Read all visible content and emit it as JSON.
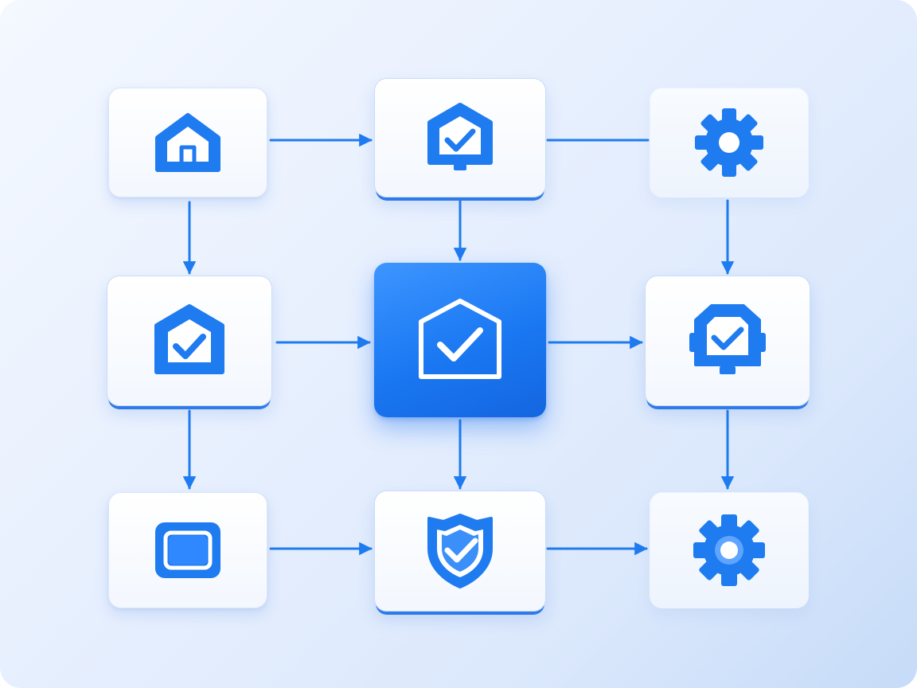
{
  "colors": {
    "accent": "#1e7bf0",
    "accent_dark": "#1466e0",
    "node_fill": "#f7faff",
    "background": "#e3edfc"
  },
  "nodes": [
    {
      "id": "home",
      "icon": "home-icon"
    },
    {
      "id": "shield-top",
      "icon": "shield-check-icon"
    },
    {
      "id": "gear-top",
      "icon": "gear-icon"
    },
    {
      "id": "shield-left",
      "icon": "shield-check-icon"
    },
    {
      "id": "center",
      "icon": "shield-check-icon",
      "highlighted": true
    },
    {
      "id": "device-right",
      "icon": "device-check-icon"
    },
    {
      "id": "screen",
      "icon": "screen-icon"
    },
    {
      "id": "shield-bottom",
      "icon": "badge-check-icon"
    },
    {
      "id": "gear-bottom",
      "icon": "gear-icon"
    }
  ],
  "edges": [
    {
      "from": "home",
      "to": "shield-top",
      "arrow": true
    },
    {
      "from": "shield-top",
      "to": "gear-top",
      "arrow": false
    },
    {
      "from": "home",
      "to": "shield-left",
      "arrow": true
    },
    {
      "from": "shield-top",
      "to": "center",
      "arrow": true
    },
    {
      "from": "gear-top",
      "to": "device-right",
      "arrow": true
    },
    {
      "from": "shield-left",
      "to": "center",
      "arrow": true
    },
    {
      "from": "center",
      "to": "device-right",
      "arrow": true
    },
    {
      "from": "shield-left",
      "to": "screen",
      "arrow": true
    },
    {
      "from": "center",
      "to": "shield-bottom",
      "arrow": true
    },
    {
      "from": "device-right",
      "to": "gear-bottom",
      "arrow": true
    },
    {
      "from": "screen",
      "to": "shield-bottom",
      "arrow": true
    },
    {
      "from": "shield-bottom",
      "to": "gear-bottom",
      "arrow": true
    }
  ]
}
